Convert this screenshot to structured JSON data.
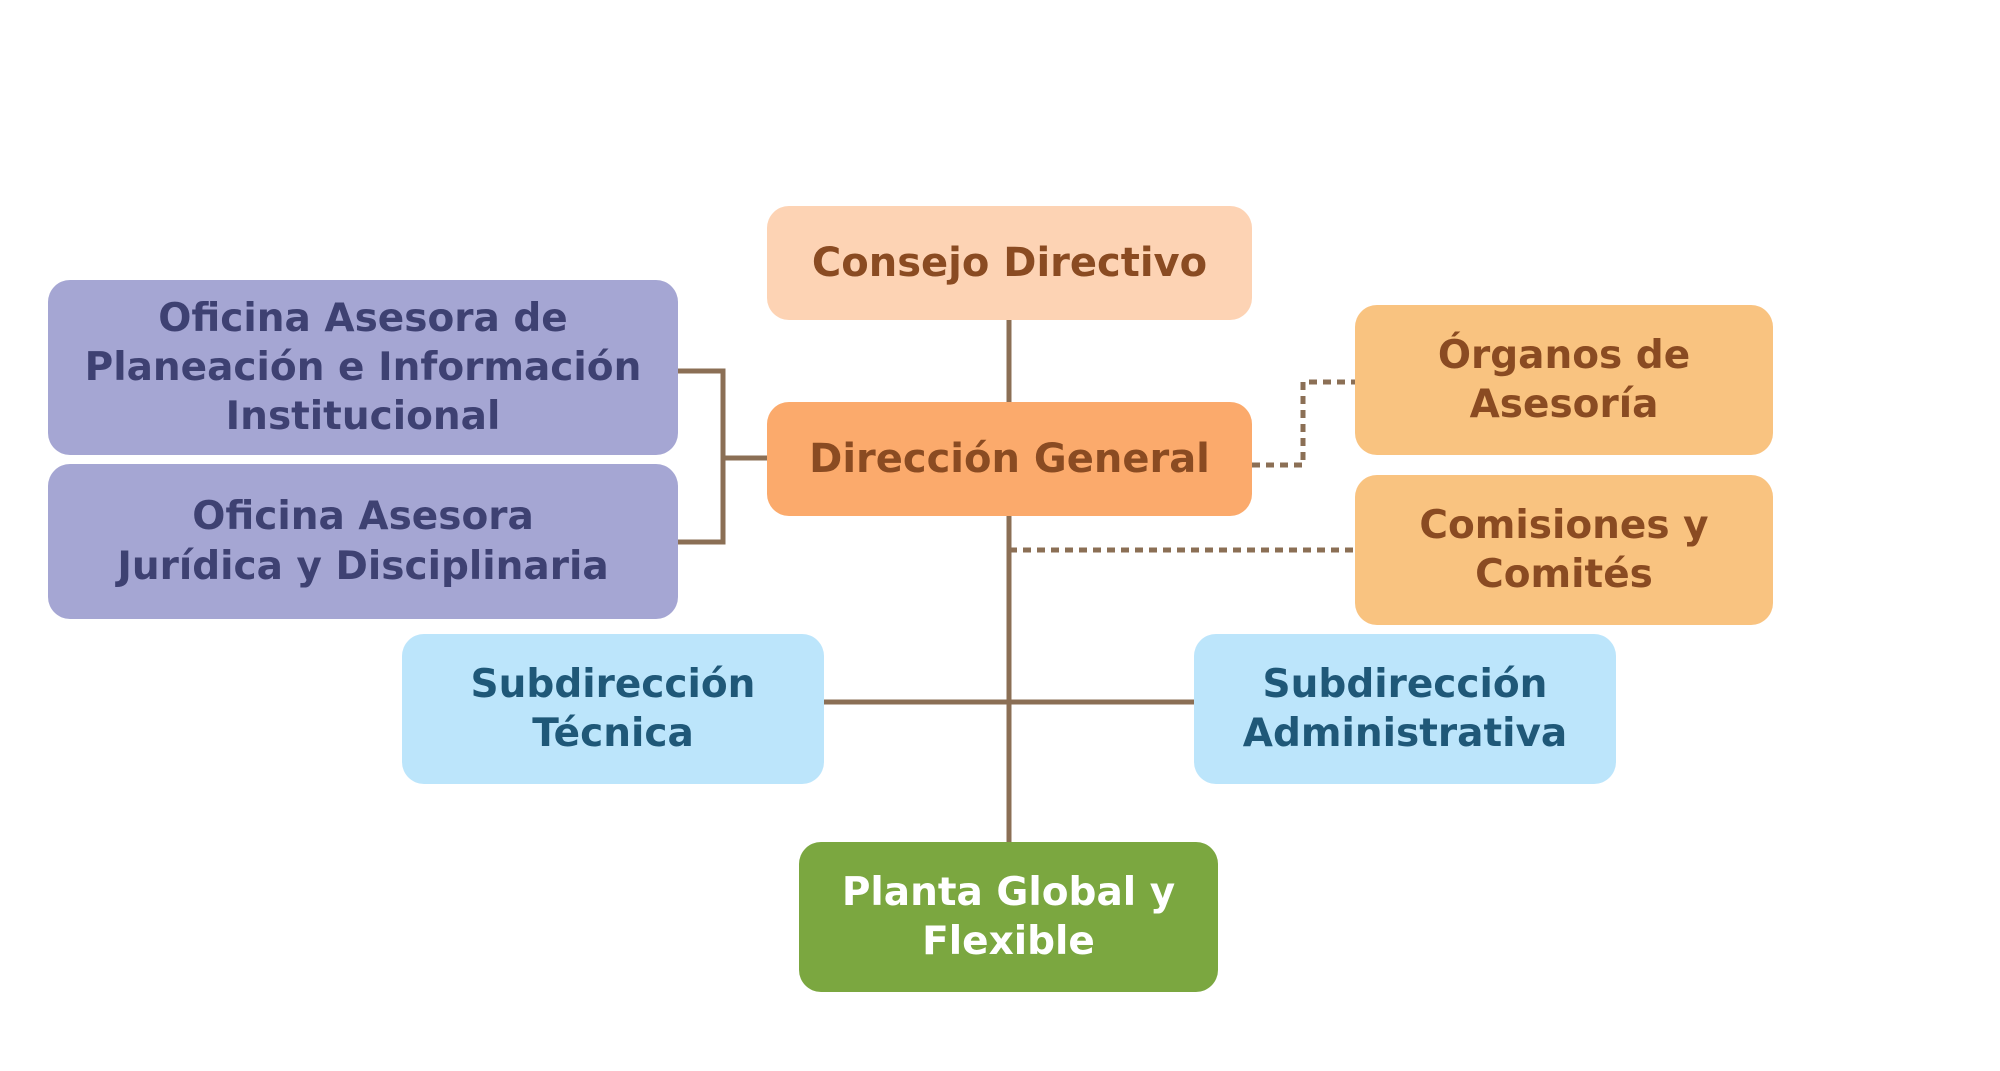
{
  "nodes": {
    "consejo_directivo": "Consejo Directivo",
    "direccion_general": "Dirección General",
    "oficina_planeacion": "Oficina Asesora de\nPlaneación e Información\nInstitucional",
    "oficina_juridica": "Oficina Asesora\nJurídica y Disciplinaria",
    "organos_asesoria": "Órganos de\nAsesoría",
    "comisiones_comites": "Comisiones y\nComités",
    "subdireccion_tecnica": "Subdirección\nTécnica",
    "subdireccion_administrativa": "Subdirección\nAdministrativa",
    "planta_global": "Planta Global y\nFlexible"
  },
  "colors": {
    "connector": "#8B6F55",
    "consejo_fill": "#FDD3B4",
    "direccion_fill": "#FBAA6C",
    "oficinas_fill": "#A5A6D3",
    "organos_fill": "#F9C380",
    "subdirecciones_fill": "#BCE5FB",
    "planta_fill": "#7BA740"
  }
}
